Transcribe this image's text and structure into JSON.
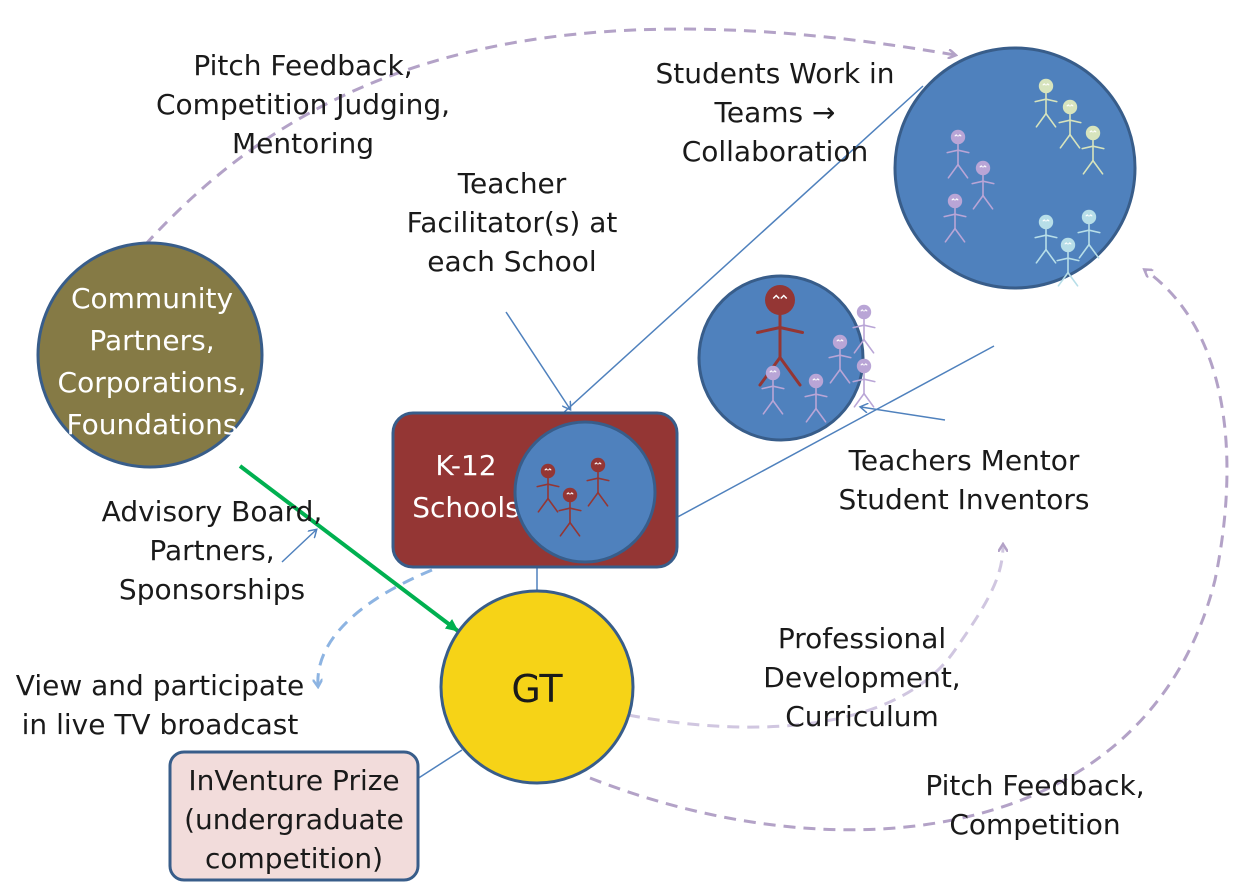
{
  "colors": {
    "partners_fill": "#857A45",
    "school_fill": "#943634",
    "blue_fill": "#4F81BD",
    "blue_stroke": "#385D8A",
    "gt_fill": "#F6D317",
    "prize_fill": "#F2DCDB",
    "green_arrow": "#00B050",
    "purple_dash": "#B3A2C7",
    "light_blue_dash": "#8DB4E2",
    "connector_blue": "#4F81BD",
    "teacher_figure": "#943634",
    "student_purple": "#B9A5D6",
    "student_green": "#D7E4BD",
    "student_cyan": "#B7DEE8"
  },
  "nodes": {
    "partners": {
      "lines": [
        "Community",
        "Partners,",
        "Corporations,",
        "Foundations"
      ]
    },
    "schools": {
      "lines": [
        "K-12",
        "Schools"
      ]
    },
    "gt": {
      "label": "GT"
    },
    "prize": {
      "lines": [
        "InVenture Prize",
        "(undergraduate",
        "competition)"
      ]
    }
  },
  "labels": {
    "pitch_top": [
      "Pitch Feedback,",
      "Competition Judging,",
      "Mentoring"
    ],
    "students_work": [
      "Students Work in",
      "Teams →",
      "Collaboration"
    ],
    "teacher_facilitator": [
      "Teacher",
      "Facilitator(s) at",
      "each School"
    ],
    "teachers_mentor": [
      "Teachers Mentor",
      "Student Inventors"
    ],
    "advisory": [
      "Advisory Board,",
      "Partners,",
      "Sponsorships"
    ],
    "view_participate": [
      "View and participate",
      "in live TV broadcast"
    ],
    "professional_dev": [
      "Professional",
      "Development,",
      "Curriculum"
    ],
    "pitch_bottom": [
      "Pitch Feedback,",
      "Competition"
    ]
  }
}
